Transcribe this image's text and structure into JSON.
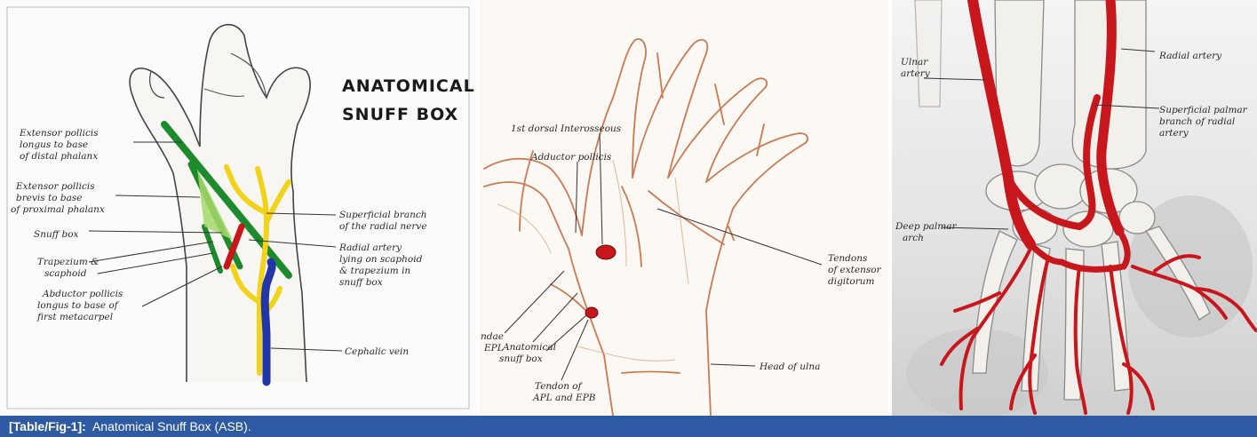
{
  "figure": {
    "panel_1": {
      "title_line1": "ANATOMICAL",
      "title_line2": "SNUFF BOX",
      "labels": {
        "epl_1": "Extensor pollicis",
        "epl_2": "longus to base",
        "epl_3": "of distal phalanx",
        "epb_1": "Extensor pollicis",
        "epb_2": "brevis to base",
        "epb_3": "of proximal phalanx",
        "snuff_box": "Snuff box",
        "trap_1": "Trapezium &",
        "trap_2": "scaphoid",
        "apl_1": "Abductor pollicis",
        "apl_2": "longus to base of",
        "apl_3": "first metacarpel",
        "srn_1": "Superficial branch",
        "srn_2": "of the radial nerve",
        "ra_1": "Radial artery",
        "ra_2": "lying on scaphoid",
        "ra_3": "& trapezium in",
        "ra_4": "snuff box",
        "cephalic": "Cephalic vein"
      }
    },
    "panel_2": {
      "labels": {
        "fdi": "1st dorsal Interosseous",
        "adductor": "Adductor pollicis",
        "ext_1": "Tendons",
        "ext_2": "of extensor",
        "ext_3": "digitorum",
        "ndae_1": "ndae",
        "ndae_2": "EPL",
        "asb_1": "Anatomical",
        "asb_2": "snuff box",
        "tendon_1": "Tendon of",
        "tendon_2": "APL and EPB",
        "ulna": "Head of ulna"
      }
    },
    "panel_3": {
      "labels": {
        "ulnar_1": "Ulnar",
        "ulnar_2": "artery",
        "radial": "Radial artery",
        "spb_1": "Superficial palmar",
        "spb_2": "branch of radial",
        "spb_3": "artery",
        "deep_1": "Deep palmar",
        "deep_2": "arch"
      }
    }
  },
  "caption": {
    "label": "[Table/Fig-1]:",
    "text": "Anatomical Snuff Box (ASB)."
  },
  "colors": {
    "caption_bar": "#2d5aa3",
    "tendon_green": "#1e8a2e",
    "nerve_yellow": "#f2d31b",
    "vein_blue": "#2236a8",
    "artery_red": "#c8161d",
    "skin_outline": "#c97a55"
  }
}
